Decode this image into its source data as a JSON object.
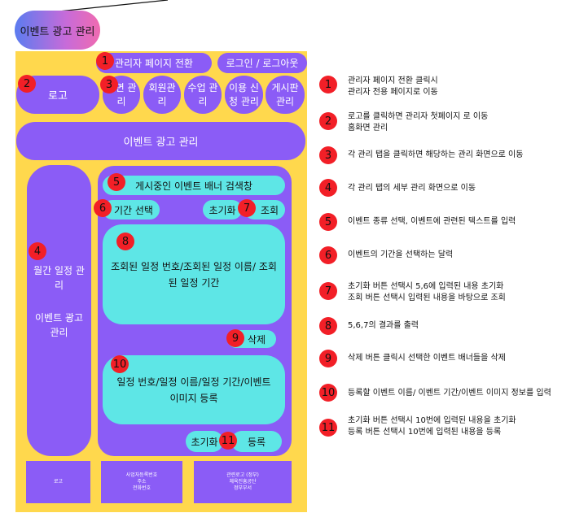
{
  "title": "이벤트 광고 관리",
  "header": {
    "admin_switch": "관리자 페이지 전환",
    "login": "로그인 / 로그아웃",
    "logo": "로고",
    "tabs": [
      "화면 관리",
      "회원관리",
      "수업 관리",
      "이용 신청 관리",
      "게시판 관리"
    ]
  },
  "banner": "이벤트 광고 관리",
  "sidebar": {
    "line1": "월간 일정 관리",
    "line2": "이벤트 광고 관리"
  },
  "main": {
    "search": "게시중인 이벤트 배너 검색창",
    "period": "기간 선택",
    "reset": "초기화",
    "query": "조회",
    "result": "조회된 일정 번호/조회된 일정 이름/ 조회된 일정 기간",
    "delete": "삭제",
    "register_form": "일정 번호/일정 이름/일정 기간/이벤트 이미지 등록",
    "reset2": "초기화",
    "register": "등록"
  },
  "footer": {
    "logo": "로고",
    "business": "사업자등록번호\n주소\n전화번호",
    "related": "관련로고 (정부)\n체육진흥공단\n정부부서"
  },
  "badges": [
    "1",
    "2",
    "3",
    "4",
    "5",
    "6",
    "7",
    "8",
    "9",
    "10",
    "11"
  ],
  "legend": [
    {
      "num": "1",
      "text": "관리자 페이지 전환 클릭시\n관리자 전용 페이지로 이동"
    },
    {
      "num": "2",
      "text": "로고를 클릭하면 관리자 첫페이지 로 이동\n홈화면 관리"
    },
    {
      "num": "3",
      "text": "각 관리 탭을 클릭하면 해당하는 관리 화면으로 이동"
    },
    {
      "num": "4",
      "text": "각 관리 탭의 세부 관리 화면으로 이동"
    },
    {
      "num": "5",
      "text": "이벤트 종류 선택, 이벤트에 관련된 텍스트를 입력"
    },
    {
      "num": "6",
      "text": "이벤트의 기간을 선택하는 달력"
    },
    {
      "num": "7",
      "text": "초기화 버튼 선택시 5,6에 입력된 내용 초기화\n조회 버튼 선택시 입력된 내용을 바탕으로 조회"
    },
    {
      "num": "8",
      "text": "5,6,7의 결과를 출력"
    },
    {
      "num": "9",
      "text": "삭제 버튼 클릭시 선택한 이벤트 배너들을 삭제"
    },
    {
      "num": "10",
      "text": "등록할 이벤트 이름/ 이벤트 기간/이벤트 이미지 정보를 입력"
    },
    {
      "num": "11",
      "text": "초기화 버튼 선택시 10번에 입력된 내용을 초기화\n등록 버튼 선택시 10번에 입력된 내용을 등록"
    }
  ],
  "colors": {
    "frame": "#ffd84d",
    "purple": "#8b5cf6",
    "cyan": "#5ee6e6",
    "badge": "#f21f27"
  }
}
